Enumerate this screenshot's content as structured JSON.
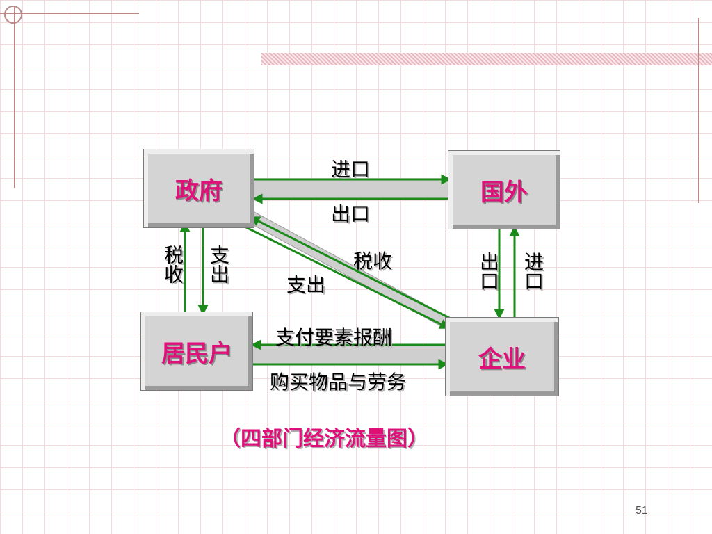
{
  "nodes": {
    "government": "政府",
    "foreign": "国外",
    "households": "居民户",
    "firms": "企业"
  },
  "flows": {
    "import_top": "进口",
    "export_top": "出口",
    "tax_left": "税收",
    "spend_left": "支出",
    "tax_diag": "税收",
    "spend_diag": "支出",
    "export_right": "出口",
    "import_right": "进口",
    "factor_payment": "支付要素报酬",
    "purchase_goods": "购买物品与劳务"
  },
  "caption": "（四部门经济流量图）",
  "page_number": "51",
  "colors": {
    "arrow": "#1a8a1a",
    "band": "#cfcfcf",
    "node_text": "#e0107a"
  }
}
